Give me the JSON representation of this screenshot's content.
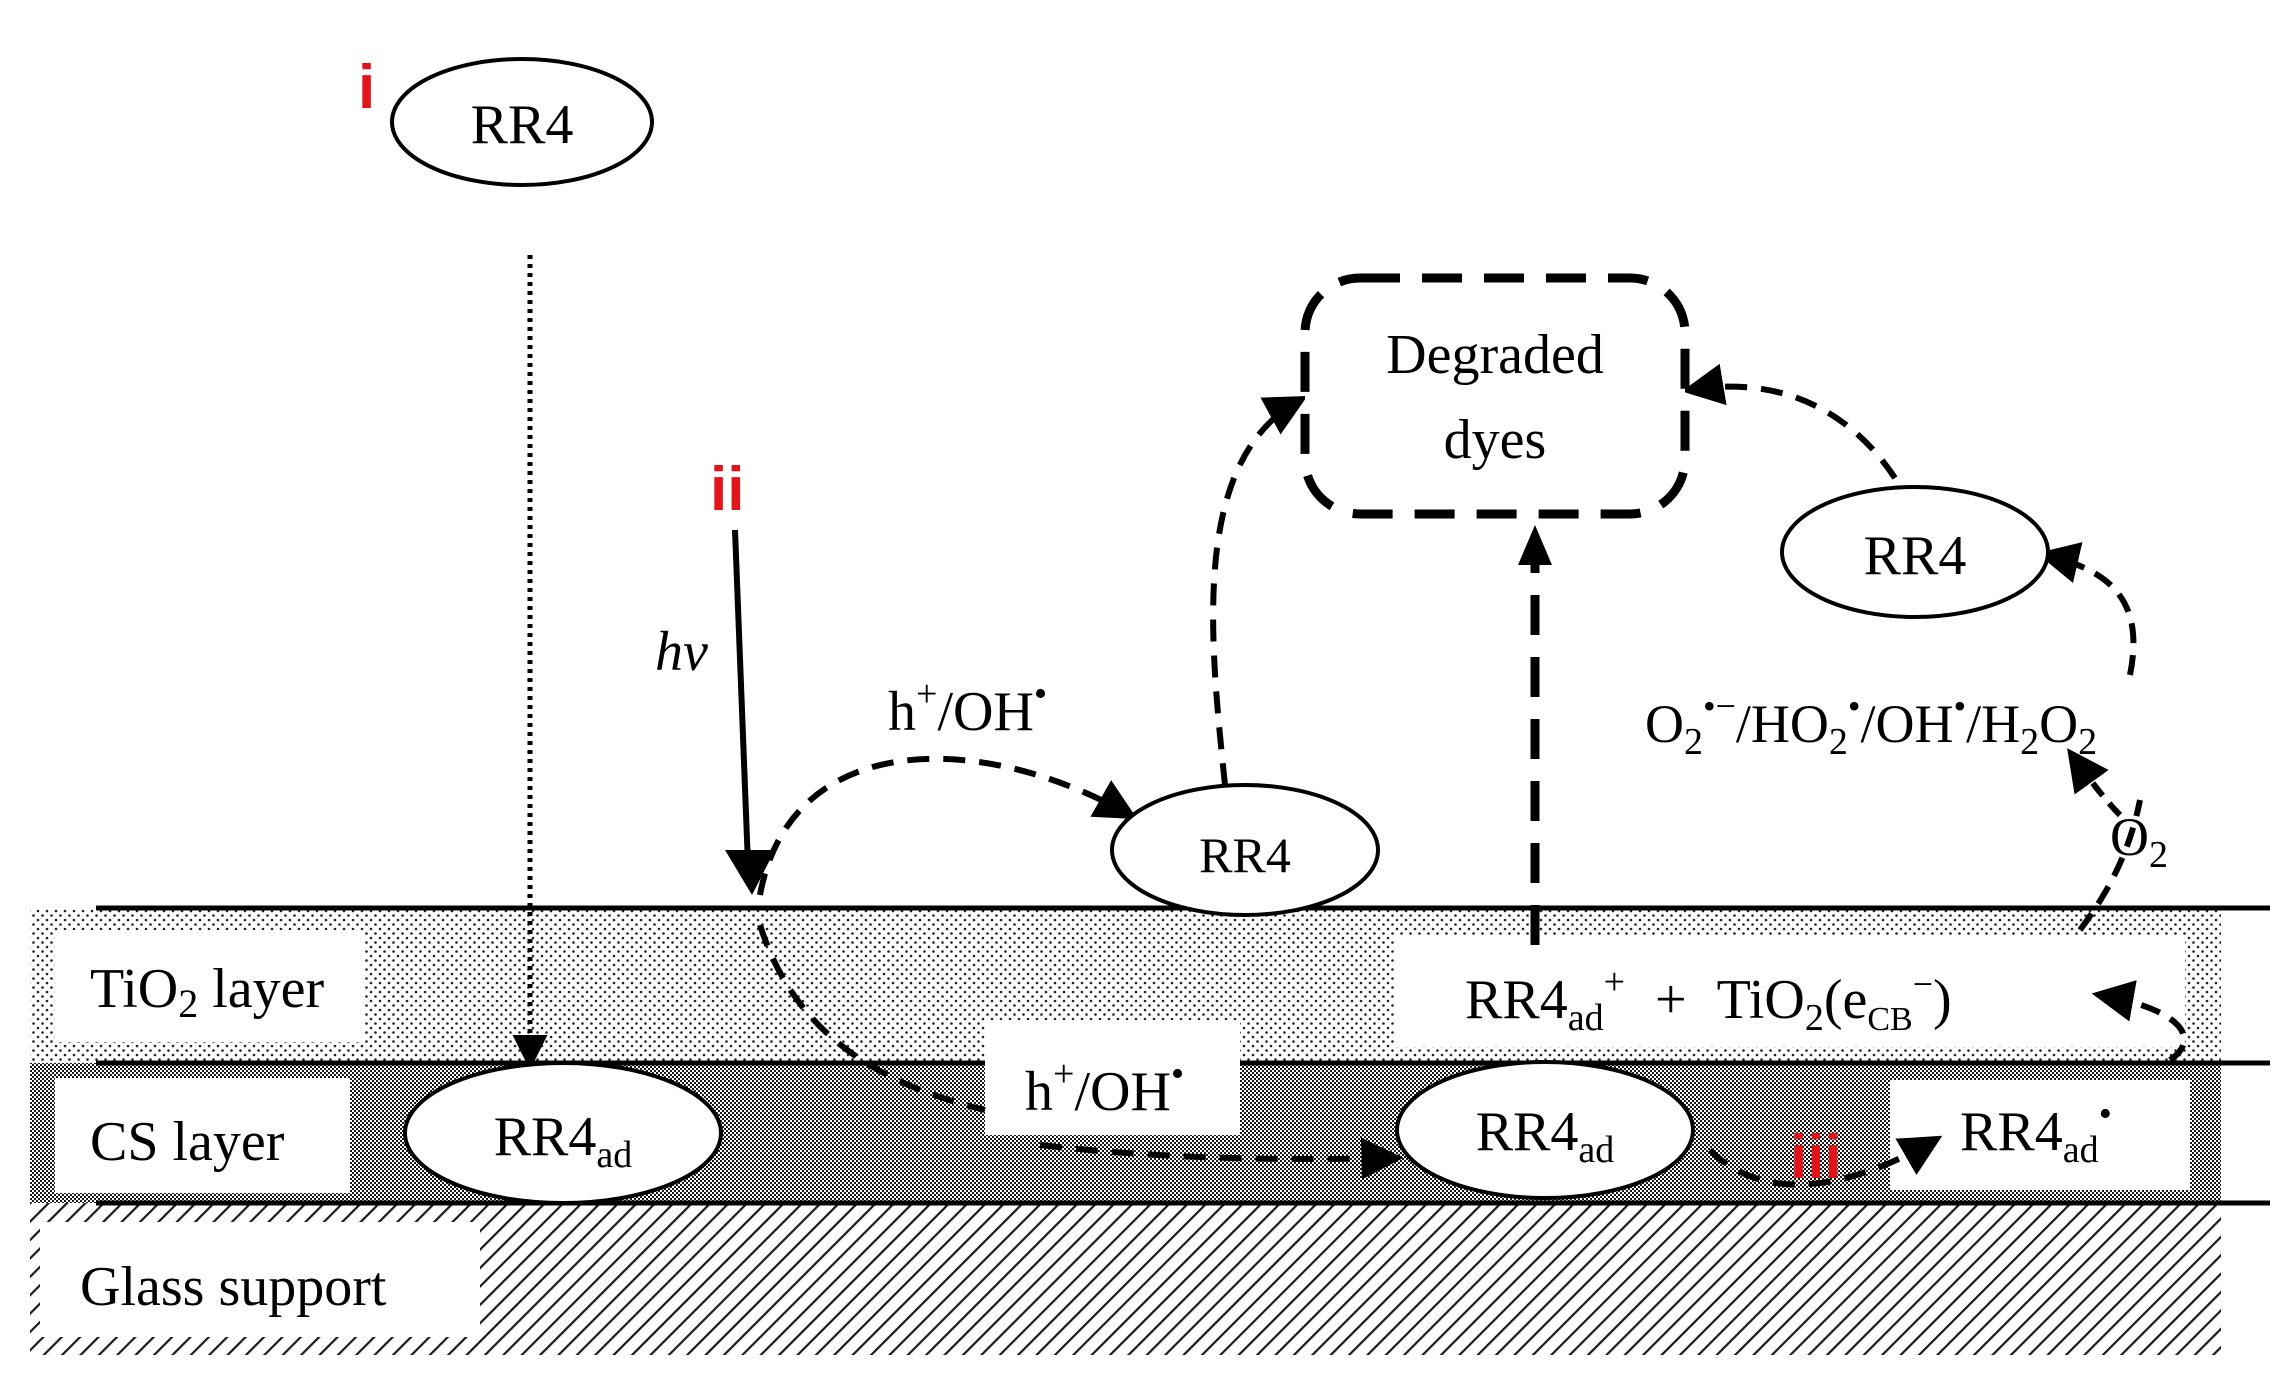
{
  "colors": {
    "ink": "#000000",
    "marker": "#e0151b",
    "background": "#ffffff"
  },
  "layers": {
    "tio2": {
      "name": "TiO",
      "sub": "2",
      "suffix": " layer"
    },
    "cs": {
      "name": "CS layer"
    },
    "glass": {
      "name": "Glass support"
    }
  },
  "markers": {
    "i": "i",
    "ii": "ii",
    "iii": "iii"
  },
  "nodes": {
    "rr4_top": {
      "label": "RR4"
    },
    "rr4_surface": {
      "label": "RR4"
    },
    "rr4_right": {
      "label": "RR4"
    },
    "rr4ad_left": {
      "base": "RR4",
      "sub": "ad"
    },
    "rr4ad_mid": {
      "base": "RR4",
      "sub": "ad"
    },
    "degraded": {
      "line1": "Degraded",
      "line2": "dyes"
    }
  },
  "labels": {
    "hv": {
      "h": "h",
      "v": "v"
    },
    "hole_oh_top": {
      "h": "h",
      "sup1": "+",
      "rest": "/OH",
      "sup2": "•"
    },
    "hole_oh_cs": {
      "h": "h",
      "sup1": "+",
      "rest": "/OH",
      "sup2": "•"
    },
    "ros": {
      "o": "O",
      "o_sub": "2",
      "o_sup": "•−",
      "ho": "/HO",
      "ho_sub": "2",
      "ho_sup": "•",
      "oh": "/OH",
      "oh_sup": "•",
      "h": "/H",
      "h_sub": "2",
      "o2": "O",
      "o2_sub": "2"
    },
    "o2": {
      "o": "O",
      "sub": "2"
    },
    "radical_pair": {
      "rr4": "RR4",
      "rr4_sub": "ad",
      "rr4_sup": "+",
      "plus": "+",
      "tio": "TiO",
      "tio_sub": "2",
      "e_open": "(e",
      "e_sub": "CB",
      "e_sup": "−",
      "close": ")"
    },
    "rr4ad_star": {
      "base": "RR4",
      "sub": "ad",
      "sup": "•"
    }
  }
}
